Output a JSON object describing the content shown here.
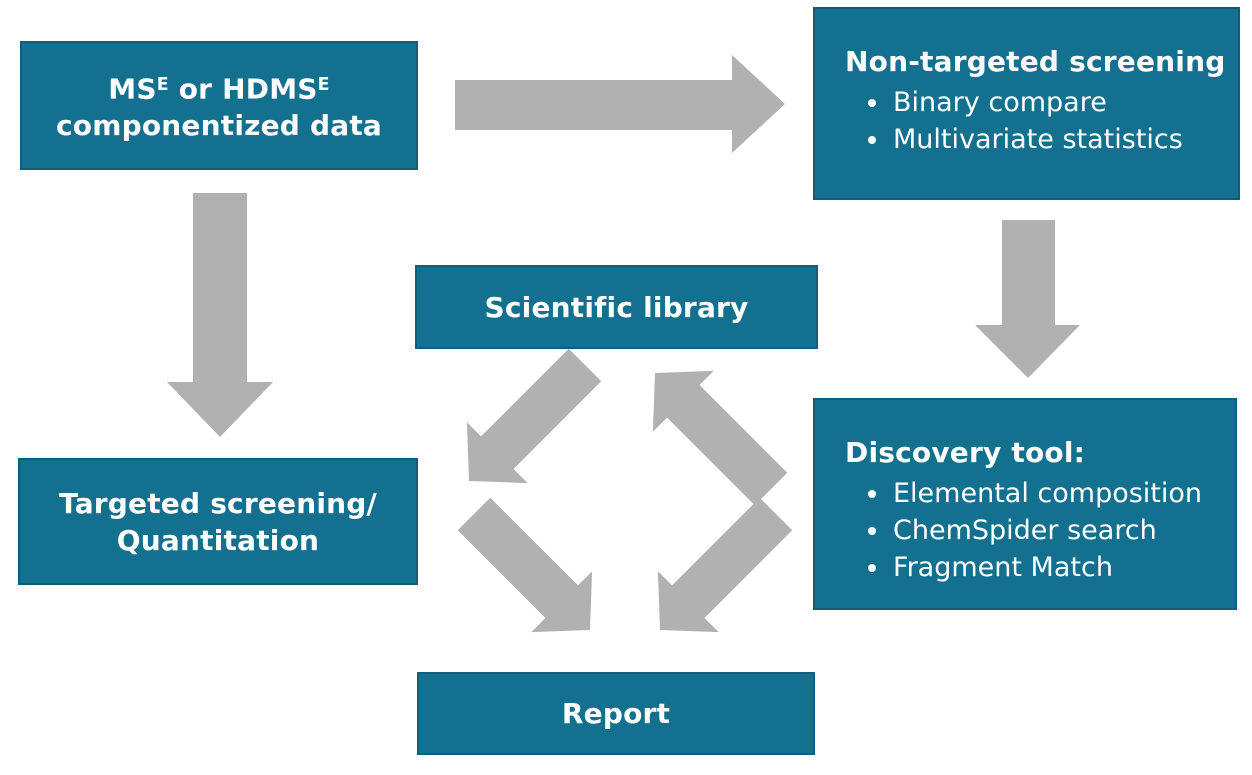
{
  "diagram": {
    "colors": {
      "box_fill": "#13708f",
      "box_border": "#0d5f7c",
      "box_text": "#ffffff",
      "arrow": "#b1b1b1",
      "background": "#ffffff"
    },
    "boxes": {
      "componentized": {
        "line1_pre": "MS",
        "line1_sup1": "E",
        "line1_mid": " or HDMS",
        "line1_sup2": "E",
        "line2": "componentized data"
      },
      "non_targeted": {
        "heading": "Non-targeted screening",
        "bullets": [
          "Binary compare",
          "Multivariate statistics"
        ]
      },
      "scientific_library": {
        "label": "Scientific library"
      },
      "targeted": {
        "line1": "Targeted screening/",
        "line2": "Quantitation"
      },
      "discovery": {
        "heading": "Discovery tool:",
        "bullets": [
          "Elemental composition",
          "ChemSpider search",
          "Fragment Match"
        ]
      },
      "report": {
        "label": "Report"
      }
    },
    "connections": [
      {
        "from": "componentized",
        "to": "non_targeted",
        "direction": "right"
      },
      {
        "from": "componentized",
        "to": "targeted",
        "direction": "down"
      },
      {
        "from": "non_targeted",
        "to": "discovery",
        "direction": "down"
      },
      {
        "from": "scientific_library",
        "to": "targeted",
        "direction": "down-left"
      },
      {
        "from": "discovery",
        "to": "scientific_library",
        "direction": "up-left"
      },
      {
        "from": "targeted",
        "to": "report",
        "direction": "down-right"
      },
      {
        "from": "discovery",
        "to": "report",
        "direction": "down-left"
      }
    ]
  }
}
